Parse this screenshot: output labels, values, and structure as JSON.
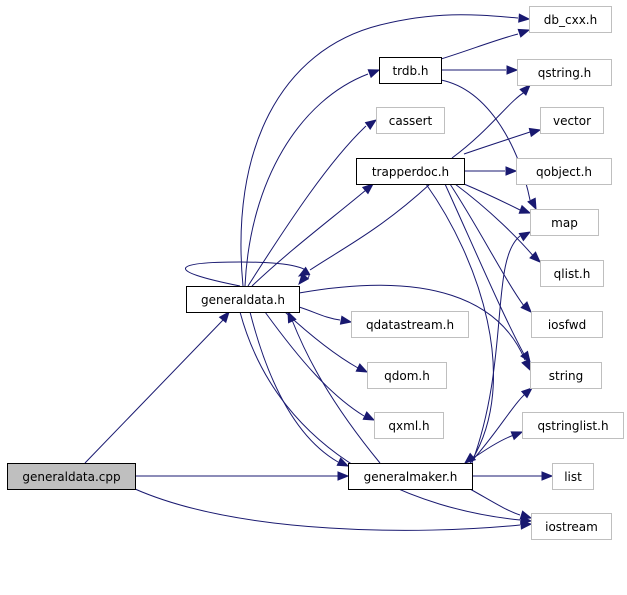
{
  "diagram": {
    "colors": {
      "edge": "#191970",
      "root_fill": "#bfbfbf",
      "documented_border": "#000000",
      "external_border": "#bfbfbf"
    },
    "nodes": {
      "generaldata_cpp": {
        "label": "generaldata.cpp",
        "kind": "root"
      },
      "generaldata_h": {
        "label": "generaldata.h",
        "kind": "documented"
      },
      "trdb_h": {
        "label": "trdb.h",
        "kind": "documented"
      },
      "trapperdoc_h": {
        "label": "trapperdoc.h",
        "kind": "documented"
      },
      "generalmaker_h": {
        "label": "generalmaker.h",
        "kind": "documented"
      },
      "db_cxx_h": {
        "label": "db_cxx.h",
        "kind": "external"
      },
      "qstring_h": {
        "label": "qstring.h",
        "kind": "external"
      },
      "cassert": {
        "label": "cassert",
        "kind": "external"
      },
      "vector": {
        "label": "vector",
        "kind": "external"
      },
      "qobject_h": {
        "label": "qobject.h",
        "kind": "external"
      },
      "map": {
        "label": "map",
        "kind": "external"
      },
      "qlist_h": {
        "label": "qlist.h",
        "kind": "external"
      },
      "iosfwd": {
        "label": "iosfwd",
        "kind": "external"
      },
      "qdatastream_h": {
        "label": "qdatastream.h",
        "kind": "external"
      },
      "qdom_h": {
        "label": "qdom.h",
        "kind": "external"
      },
      "string": {
        "label": "string",
        "kind": "external"
      },
      "qxml_h": {
        "label": "qxml.h",
        "kind": "external"
      },
      "qstringlist_h": {
        "label": "qstringlist.h",
        "kind": "external"
      },
      "list": {
        "label": "list",
        "kind": "external"
      },
      "iostream": {
        "label": "iostream",
        "kind": "external"
      }
    },
    "edges": [
      {
        "from": "generaldata_cpp",
        "to": "generaldata_h"
      },
      {
        "from": "generaldata_cpp",
        "to": "generalmaker_h"
      },
      {
        "from": "generaldata_cpp",
        "to": "iostream"
      },
      {
        "from": "generaldata_h",
        "to": "generaldata_h"
      },
      {
        "from": "generaldata_h",
        "to": "db_cxx_h"
      },
      {
        "from": "generaldata_h",
        "to": "trdb_h"
      },
      {
        "from": "generaldata_h",
        "to": "cassert"
      },
      {
        "from": "generaldata_h",
        "to": "trapperdoc_h"
      },
      {
        "from": "generaldata_h",
        "to": "qdatastream_h"
      },
      {
        "from": "generaldata_h",
        "to": "qdom_h"
      },
      {
        "from": "generaldata_h",
        "to": "qxml_h"
      },
      {
        "from": "generaldata_h",
        "to": "string"
      },
      {
        "from": "generaldata_h",
        "to": "generalmaker_h"
      },
      {
        "from": "generaldata_h",
        "to": "iostream"
      },
      {
        "from": "trdb_h",
        "to": "db_cxx_h"
      },
      {
        "from": "trdb_h",
        "to": "qstring_h"
      },
      {
        "from": "trdb_h",
        "to": "map"
      },
      {
        "from": "trapperdoc_h",
        "to": "qstring_h"
      },
      {
        "from": "trapperdoc_h",
        "to": "vector"
      },
      {
        "from": "trapperdoc_h",
        "to": "qobject_h"
      },
      {
        "from": "trapperdoc_h",
        "to": "map"
      },
      {
        "from": "trapperdoc_h",
        "to": "qlist_h"
      },
      {
        "from": "trapperdoc_h",
        "to": "iosfwd"
      },
      {
        "from": "trapperdoc_h",
        "to": "string"
      },
      {
        "from": "trapperdoc_h",
        "to": "generaldata_h"
      },
      {
        "from": "trapperdoc_h",
        "to": "generalmaker_h"
      },
      {
        "from": "generalmaker_h",
        "to": "map"
      },
      {
        "from": "generalmaker_h",
        "to": "string"
      },
      {
        "from": "generalmaker_h",
        "to": "qstringlist_h"
      },
      {
        "from": "generalmaker_h",
        "to": "list"
      },
      {
        "from": "generalmaker_h",
        "to": "iostream"
      },
      {
        "from": "generalmaker_h",
        "to": "generaldata_h"
      }
    ]
  }
}
